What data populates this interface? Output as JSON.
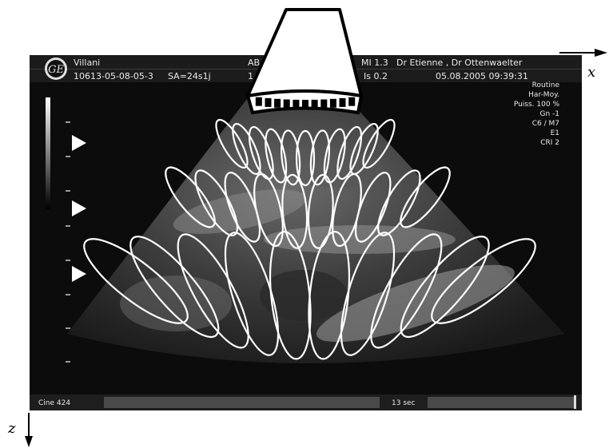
{
  "header": {
    "patient_name": "Villani",
    "exam_id": "10613-05-08-05-3",
    "sa": "SA=24s1j",
    "mi": "MI 1.3",
    "doctors": "Dr Etienne , Dr Ottenwaelter",
    "col_mid_top": "AB",
    "col_mid_bottom": "1",
    "tis": "Is 0.2",
    "date_time": "05.08.2005 09:39:31"
  },
  "settings": [
    "Routine",
    "Har-Moy.",
    "Puiss. 100 %",
    "Gn  -1",
    "C6 / M7",
    "E1",
    "CRI 2"
  ],
  "footer": {
    "cine": "Cine 424",
    "duration": "13 sec"
  },
  "axes": {
    "x_label": "x",
    "z_label": "z"
  },
  "colors": {
    "beam_outline": "#ffffff",
    "probe_fill": "#ffffff",
    "arrow": "#000000",
    "marker": "#ffffff"
  }
}
